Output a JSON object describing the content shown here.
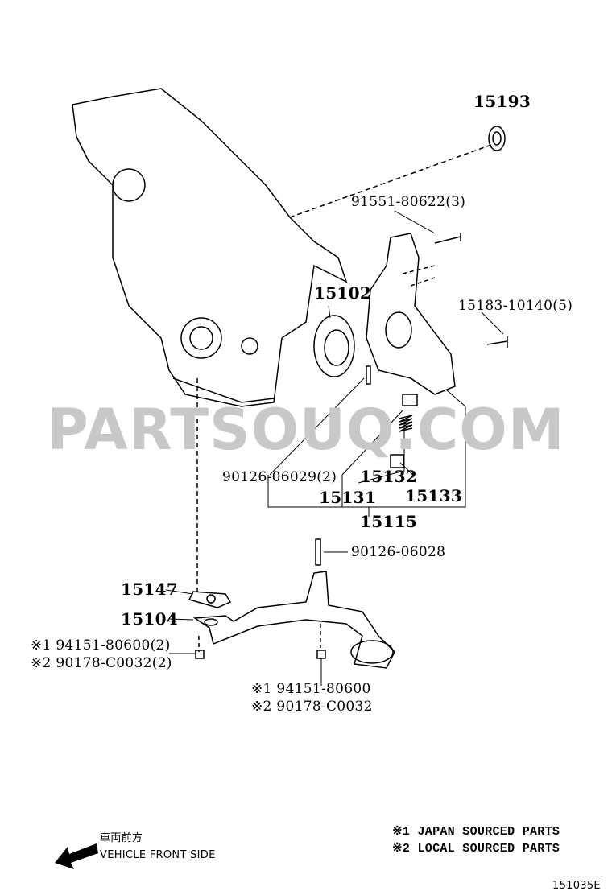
{
  "parts": {
    "p15193": "15193",
    "p91551": "91551-80622(3)",
    "p15102": "15102",
    "p15183": "15183-10140(5)",
    "p90126a": "90126-06029(2)",
    "p15132": "15132",
    "p15131": "15131",
    "p15133": "15133",
    "p15115": "15115",
    "p90126b": "90126-06028",
    "p15147": "15147",
    "p15104": "15104",
    "nut_left_1": "※1 94151-80600(2)",
    "nut_left_2": "※2 90178-C0032(2)",
    "nut_right_1": "※1 94151-80600",
    "nut_right_2": "※2 90178-C0032"
  },
  "legend": {
    "note1": "※1 JAPAN SOURCED PARTS",
    "note2": "※2 LOCAL SOURCED PARTS"
  },
  "direction": {
    "japanese": "車両前方",
    "english": "VEHICLE FRONT SIDE"
  },
  "diagram_id": "151035E",
  "watermark": "PARTSOUQ.COM"
}
